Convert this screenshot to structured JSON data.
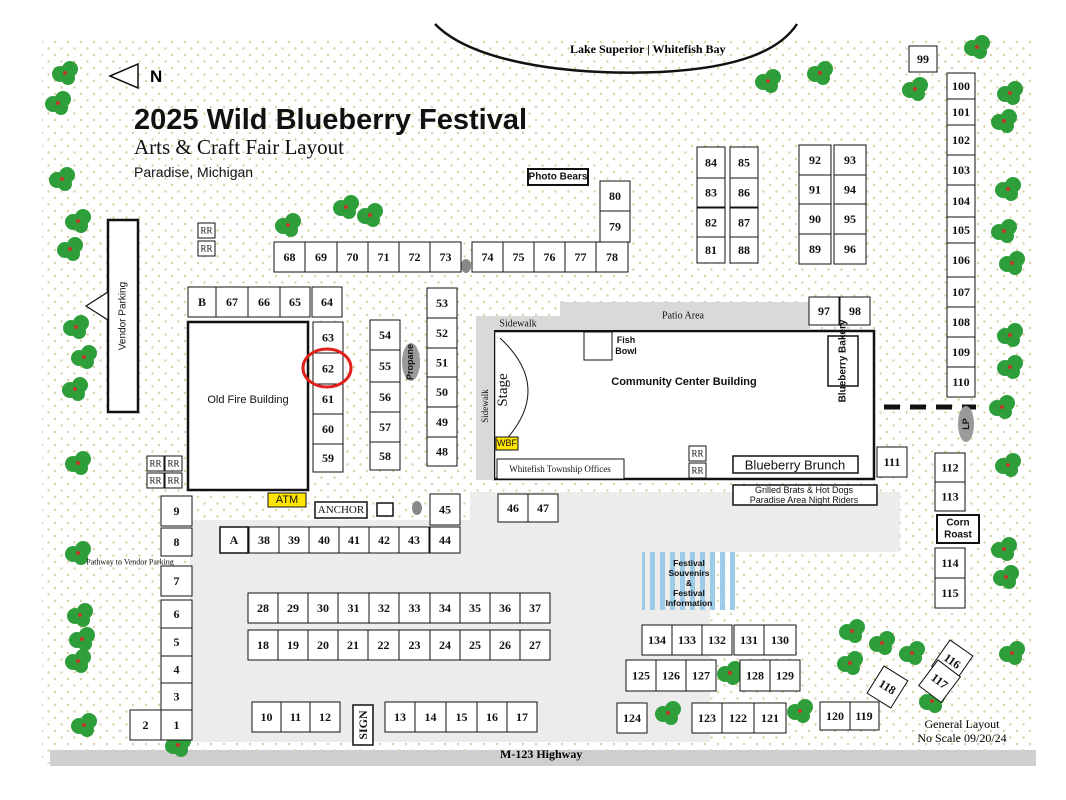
{
  "title": "2025  Wild Blueberry Festival",
  "subtitle": "Arts & Craft Fair Layout",
  "location": "Paradise, Michigan",
  "north_label": "N",
  "lake_label": "Lake Superior | Whitefish Bay",
  "highway_label": "M-123 Highway",
  "footer_note": [
    "General Layout",
    "No Scale 09/20/24"
  ],
  "labels": {
    "old_fire": "Old Fire Building",
    "community": "Community Center Building",
    "vendor_parking": "Vendor Parking",
    "pathway": "Pathway to Vendor Parking",
    "photo_bears": "Photo Bears",
    "patio": "Patio Area",
    "sidewalk": "Sidewalk",
    "stage": "Stage",
    "fish_bowl": "Fish Bowl",
    "blueberry_bakery": "Blueberry Bakery",
    "blueberry_brunch": "Blueberry Brunch",
    "township": "Whitefish Township Offices",
    "grilled": [
      "Grilled Brats & Hot Dogs",
      "Paradise Area Night Riders"
    ],
    "atm": "ATM",
    "anchor": "ANCHOR",
    "wbf": "WBF",
    "propane": "Propane",
    "corn_roast": [
      "Corn",
      "Roast"
    ],
    "lp": "LP",
    "sign": "SIGN",
    "souvenirs": [
      "Festival",
      "Souvenirs",
      "&",
      "Festival",
      "Information"
    ],
    "rr": "RR",
    "booth_a": "A",
    "booth_b": "B"
  },
  "booths": [
    "1",
    "2",
    "3",
    "4",
    "5",
    "6",
    "7",
    "8",
    "9",
    "10",
    "11",
    "12",
    "13",
    "14",
    "15",
    "16",
    "17",
    "18",
    "19",
    "20",
    "21",
    "22",
    "23",
    "24",
    "25",
    "26",
    "27",
    "28",
    "29",
    "30",
    "31",
    "32",
    "33",
    "34",
    "35",
    "36",
    "37",
    "38",
    "39",
    "40",
    "41",
    "42",
    "43",
    "44",
    "45",
    "46",
    "47",
    "48",
    "49",
    "50",
    "51",
    "52",
    "53",
    "54",
    "55",
    "56",
    "57",
    "58",
    "59",
    "60",
    "61",
    "62",
    "63",
    "64",
    "65",
    "66",
    "67",
    "68",
    "69",
    "70",
    "71",
    "72",
    "73",
    "74",
    "75",
    "76",
    "77",
    "78",
    "79",
    "80",
    "81",
    "82",
    "83",
    "84",
    "85",
    "86",
    "87",
    "88",
    "89",
    "90",
    "91",
    "92",
    "93",
    "94",
    "95",
    "96",
    "97",
    "98",
    "99",
    "100",
    "101",
    "102",
    "103",
    "104",
    "105",
    "106",
    "107",
    "108",
    "109",
    "110",
    "111",
    "112",
    "113",
    "114",
    "115",
    "116",
    "117",
    "118",
    "119",
    "120",
    "121",
    "122",
    "123",
    "124",
    "125",
    "126",
    "127",
    "128",
    "129",
    "130",
    "131",
    "132",
    "133",
    "134"
  ],
  "highlighted_booth": "62",
  "colors": {
    "highlight": "#e0201b",
    "atm": "#ffe600",
    "tree": "#2e9e3a",
    "souvenir": "#9ccbe8",
    "dots": "#d9d2a8"
  }
}
